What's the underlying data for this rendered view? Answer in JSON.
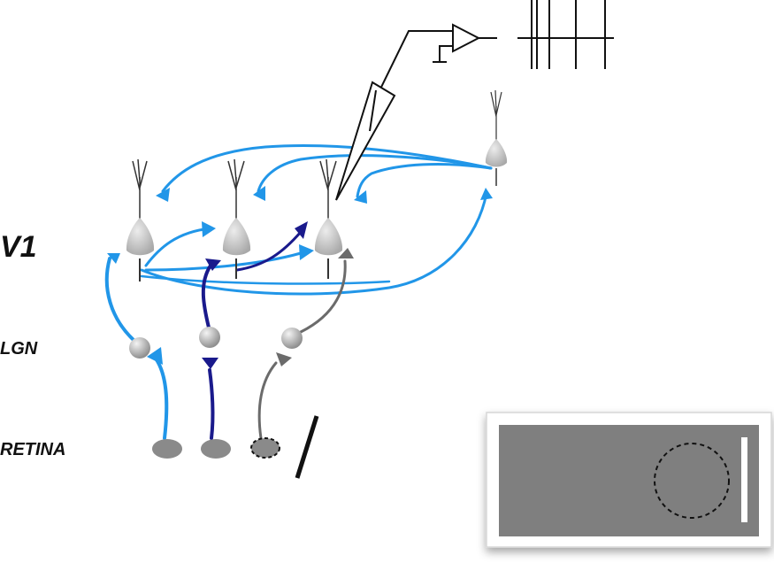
{
  "labels": {
    "v1": "V1",
    "lgn": "LGN",
    "retina": "RETINA"
  },
  "colors": {
    "light_blue": "#2196e8",
    "dark_blue": "#1a1a8c",
    "gray_path": "#6b6b6b",
    "neuron_fill": "#c8c8c8",
    "retina_fill": "#8a8a8a",
    "screen_bg": "#7f7f7f",
    "stimulus_bar": "#ffffff"
  },
  "icons": {
    "pyramidal_neuron": "pyramidal-neuron-icon",
    "lgn_cell": "lgn-cell-icon",
    "electrode": "recording-electrode-icon",
    "amplifier": "amplifier-icon",
    "spike_train": "spike-train-icon",
    "stimulus_screen": "stimulus-screen-icon"
  }
}
